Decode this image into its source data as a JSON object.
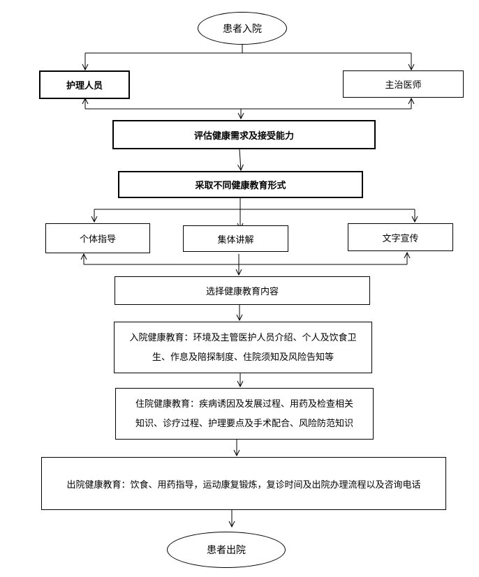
{
  "start": "患者入院",
  "nurse": "护理人员",
  "doctor": "主治医师",
  "assess": "评估健康需求及接受能力",
  "method": "采取不同健康教育形式",
  "individual": "个体指导",
  "group": "集体讲解",
  "written": "文字宣传",
  "content": "选择健康教育内容",
  "admission": {
    "line1": "入院健康教育：环境及主管医护人员介绍、个人及饮食卫",
    "line2": "生、作息及陪探制度、住院须知及风险告知等"
  },
  "inpatient": {
    "line1": "住院健康教育：疾病诱因及发展过程、用药及检查相关",
    "line2": "知识、诊疗过程、护理要点及手术配合、风险防范知识"
  },
  "discharge_edu": "出院健康教育：饮食、用药指导，运动康复锻炼，复诊时间及出院办理流程以及咨询电话",
  "end": "患者出院"
}
